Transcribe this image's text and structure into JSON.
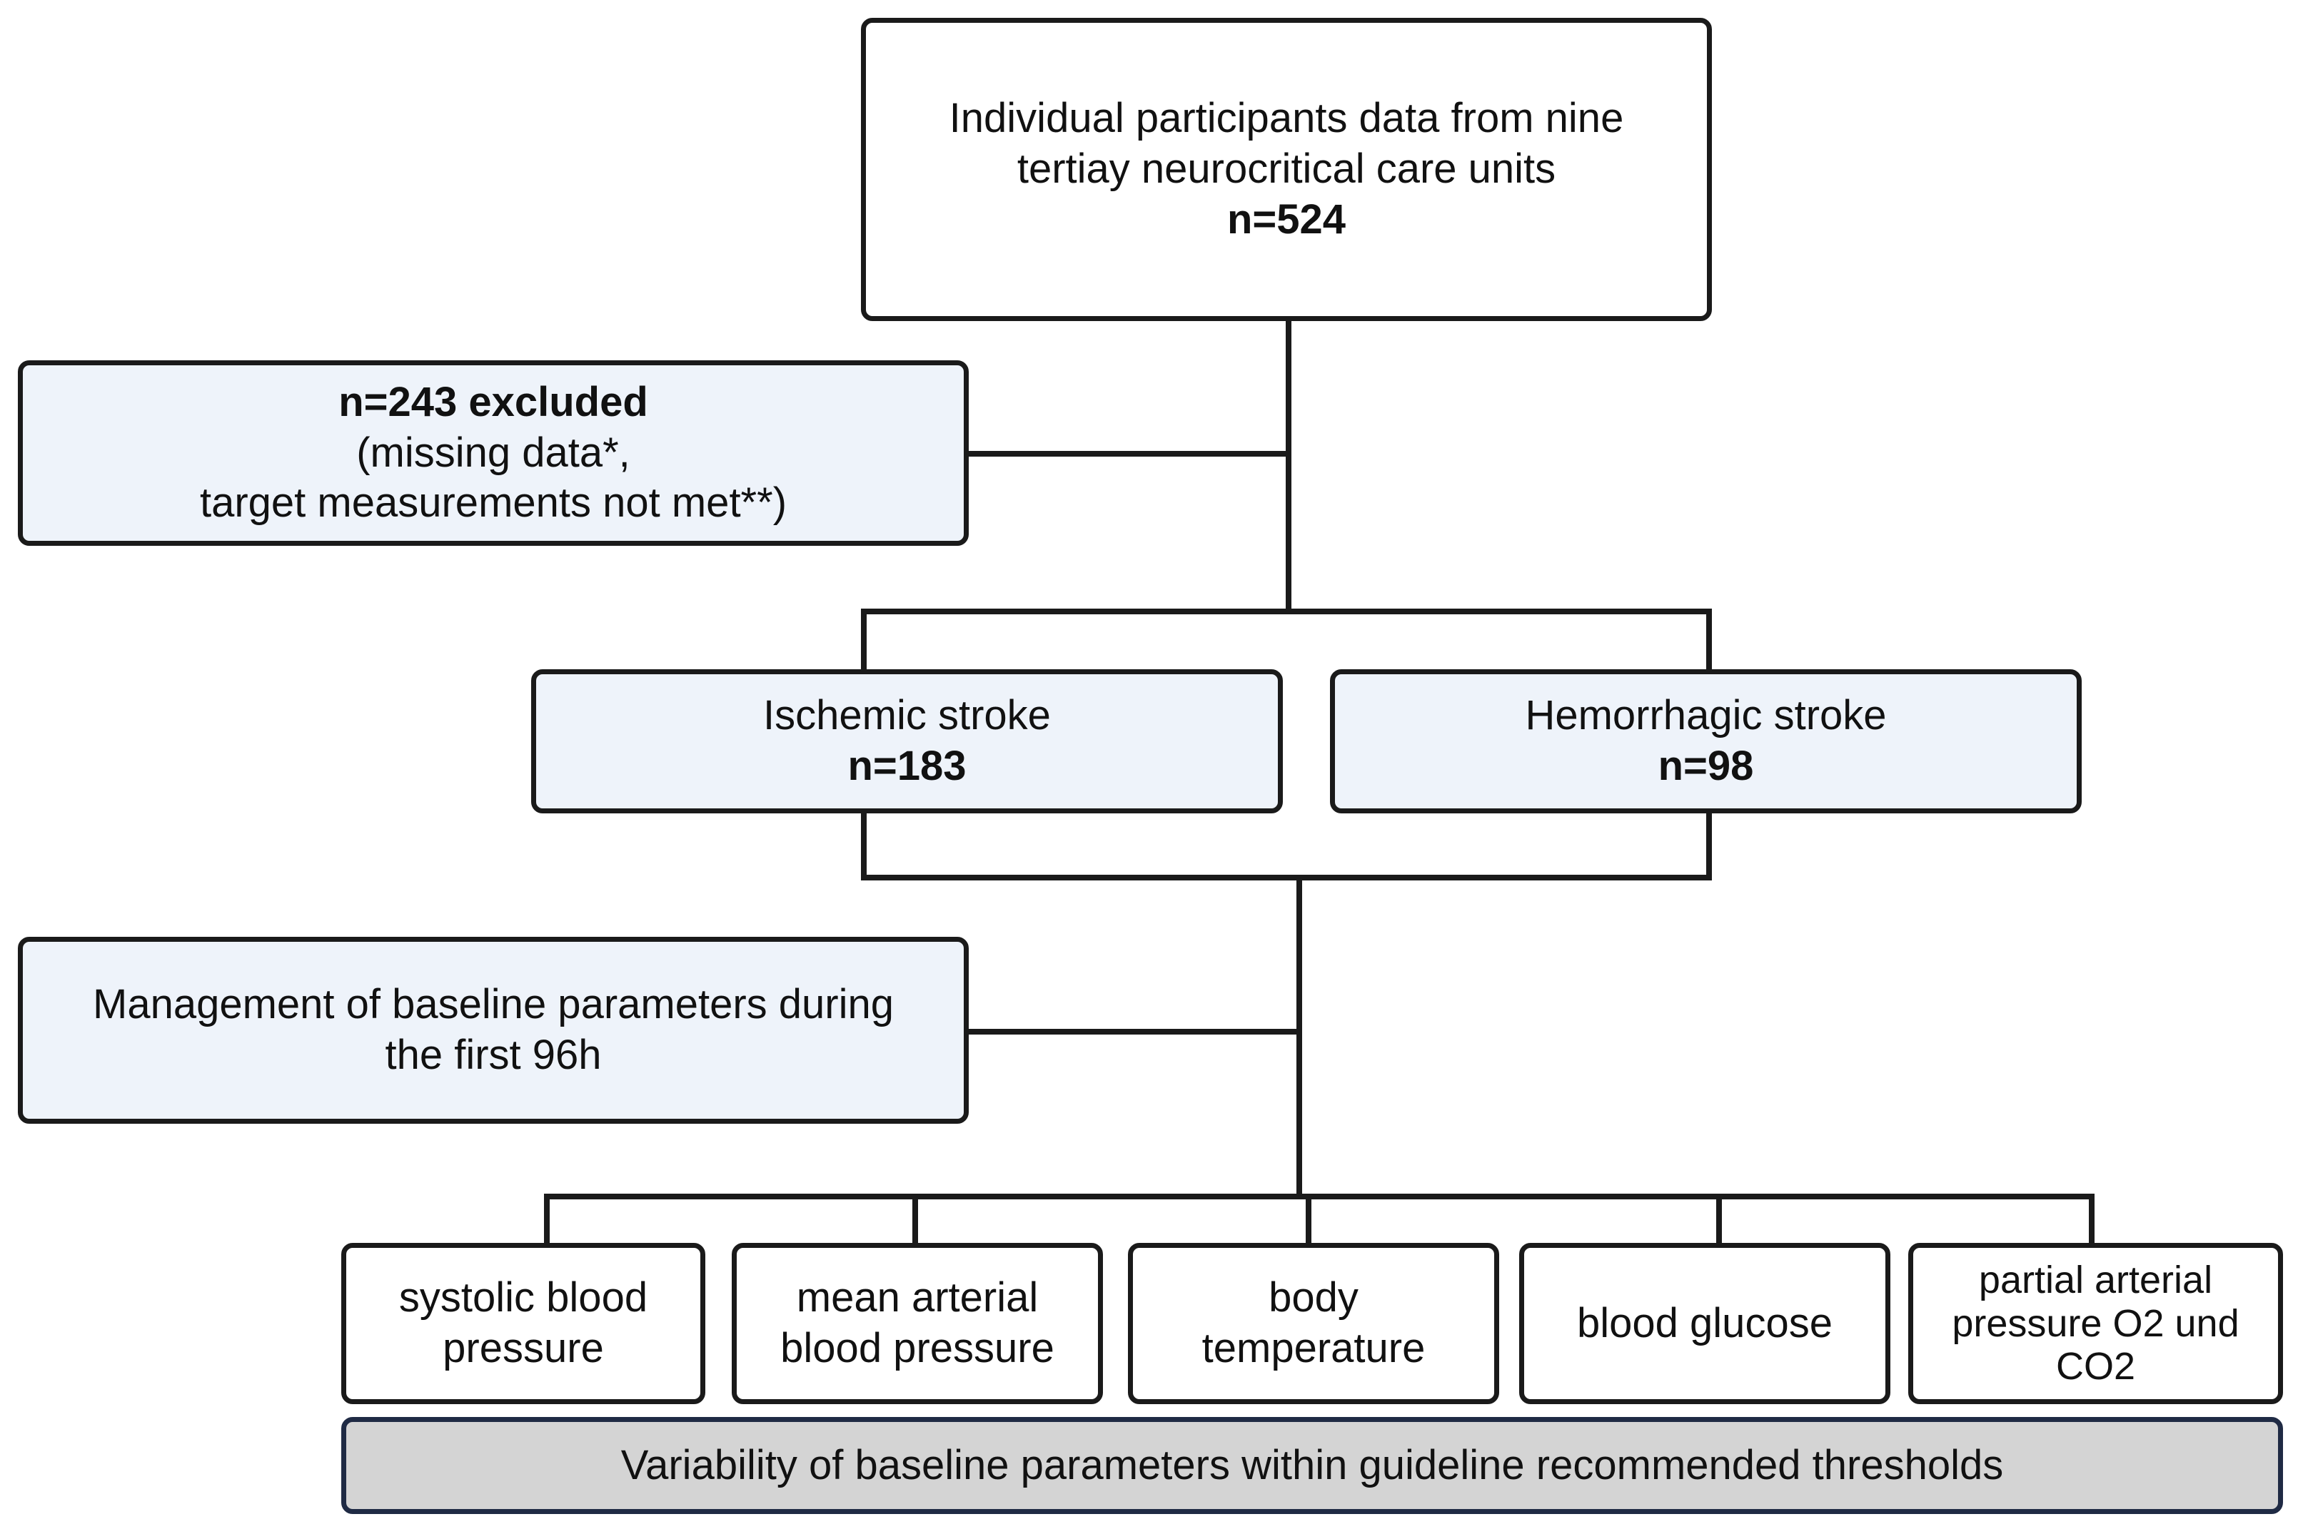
{
  "top": {
    "line1": "Individual participants data from nine",
    "line2": "tertiay neurocritical care units",
    "count": "n=524"
  },
  "excluded": {
    "count": "n=243 excluded",
    "line2": "(missing data*,",
    "line3": "target measurements not met**)"
  },
  "ischemic": {
    "label": "Ischemic stroke",
    "count": "n=183"
  },
  "hemorrhagic": {
    "label": "Hemorrhagic stroke",
    "count": "n=98"
  },
  "management": {
    "line1": "Management of baseline parameters during",
    "line2": "the first 96h"
  },
  "parameters": [
    {
      "line1": "systolic blood",
      "line2": "pressure"
    },
    {
      "line1": "mean arterial",
      "line2": "blood pressure"
    },
    {
      "line1": "body",
      "line2": "temperature"
    },
    {
      "line1": "blood glucose"
    },
    {
      "line1": "partial arterial",
      "line2": "pressure O2 und",
      "line3": "CO2"
    }
  ],
  "footer": "Variability of baseline parameters within guideline recommended thresholds"
}
